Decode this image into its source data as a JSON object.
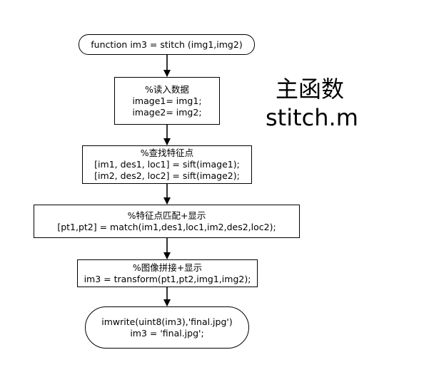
{
  "nodes": {
    "start": {
      "line1": "function im3 = stitch (img1,img2)"
    },
    "read": {
      "comment": "%读入数据",
      "line1": "image1= img1;",
      "line2": "image2= img2;"
    },
    "sift": {
      "comment": "%查找特征点",
      "line1": "[im1, des1, loc1] = sift(image1);",
      "line2": "[im2, des2, loc2] = sift(image2);"
    },
    "match": {
      "comment": "%特征点匹配+显示",
      "line1": "[pt1,pt2] = match(im1,des1,loc1,im2,des2,loc2);"
    },
    "transform": {
      "comment": "%图像拼接+显示",
      "line1": "im3 = transform(pt1,pt2,img1,img2);"
    },
    "end": {
      "line1": "imwrite(uint8(im3),'final.jpg')",
      "line2": "im3 = 'final.jpg';"
    }
  },
  "side_title": {
    "line1": "主函数",
    "line2": "stitch.m"
  },
  "colors": {
    "line": "#000000",
    "background": "#ffffff"
  }
}
